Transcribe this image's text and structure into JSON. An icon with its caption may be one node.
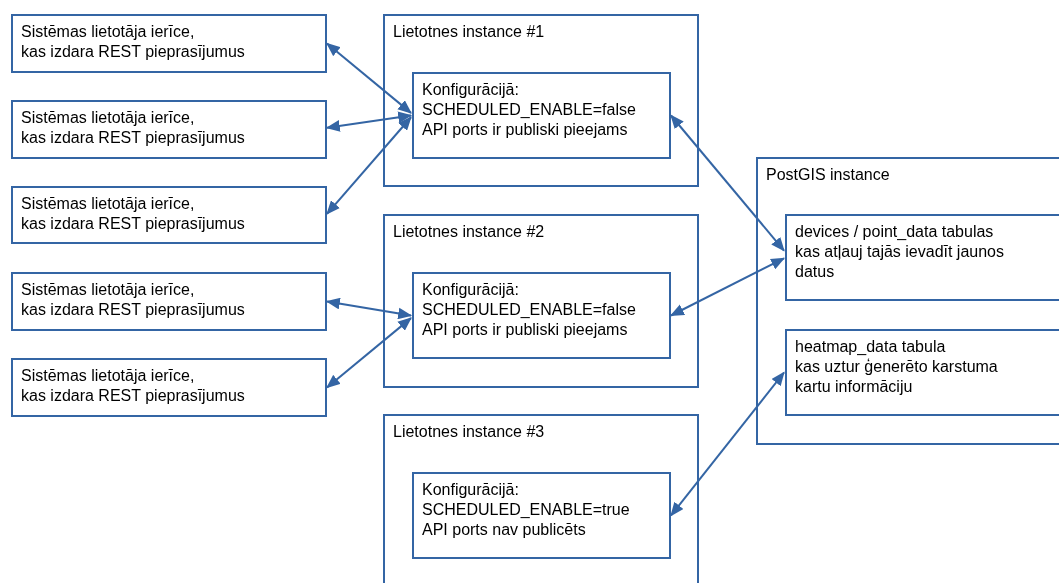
{
  "diagram": {
    "nodes": [
      {
        "text": [
          "Sistēmas lietotāja ierīce, kas izdara REST pieprasījumus"
        ]
      },
      {
        "text": [
          "Sistēmas lietotāja ierīce, kas izdara REST pieprasījumus"
        ]
      },
      {
        "text": [
          "Sistēmas lietotāja ierīce, kas izdara REST pieprasījumus"
        ]
      },
      {
        "text": [
          "Sistēmas lietotāja ierīce, kas izdara REST pieprasījumus"
        ]
      },
      {
        "text": [
          "Sistēmas lietotāja ierīce, kas izdara REST pieprasījumus"
        ]
      },
      {
        "text": [
          "Lietotnes instance #1"
        ]
      },
      {
        "text": [
          "Konfigurācijā: SCHEDULED_ENABLE=false API ports ir publiski pieejams"
        ],
        "in": 5
      },
      {
        "text": [
          "Lietotnes instance #2"
        ]
      },
      {
        "text": [
          "Konfigurācijā: SCHEDULED_ENABLE=false API ports ir publiski pieejams"
        ],
        "in": 7
      },
      {
        "text": [
          "Lietotnes instance #3"
        ]
      },
      {
        "text": [
          "Konfigurācijā: SCHEDULED_ENABLE=true API ports nav publicēts"
        ],
        "in": 9
      },
      {
        "text": [
          "PostGIS instance"
        ]
      },
      {
        "text": [
          "devices / point_data tabulas kas atļauj tajās ievadīt jaunos datus"
        ],
        "in": 11
      },
      {
        "text": [
          "heatmap_data tabula kas uztur ģenerēto karstuma kartu informāciju"
        ],
        "in": 11
      }
    ],
    "edges": [
      {
        "from": 0,
        "to": 6,
        "arrow": "both"
      },
      {
        "from": 1,
        "to": 6,
        "arrow": "both"
      },
      {
        "from": 2,
        "to": 6,
        "arrow": "both"
      },
      {
        "from": 3,
        "to": 8,
        "arrow": "both"
      },
      {
        "from": 4,
        "to": 8,
        "arrow": "both"
      },
      {
        "from": 6,
        "to": 12,
        "arrow": "both"
      },
      {
        "from": 8,
        "to": 12,
        "arrow": "both"
      },
      {
        "from": 10,
        "to": 13,
        "arrow": "both"
      }
    ]
  }
}
